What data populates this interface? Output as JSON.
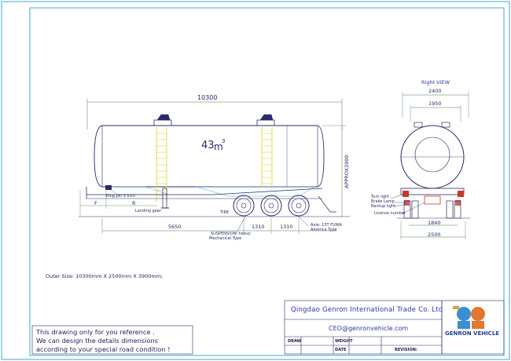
{
  "side_view": {
    "overall_length": "10300",
    "volume_number": "43",
    "volume_unit": "m",
    "volume_exponent": "3",
    "height_label": "APPROX3900",
    "kingpin_label": "King pin 2 inch",
    "dim_f": "F",
    "dim_r": "R",
    "landing_gear_label": "Landing gear",
    "tire_label": "TIRE",
    "dim_5650": "5650",
    "dim_1310_a": "1310",
    "dim_1310_b": "1310",
    "suspension_label_1": "SUSPENSION: heavy",
    "suspension_label_2": "Mechanical Type",
    "axle_label_1": "Axle: 13T FUWA",
    "axle_label_2": "America Type"
  },
  "right_view": {
    "title": "Right   VIEW",
    "dim_2400": "2400",
    "dim_1950": "1950",
    "turn_light": "Turn light",
    "brake_lamp": "Brake Lamp",
    "backup_light": "Backup light",
    "license_number": "License number",
    "dim_1840": "1840",
    "dim_2500": "2500"
  },
  "outer_size": "Outer Size: 10300mm X 2500mm X 3900mm;",
  "note": {
    "line1": "This drawing only for you reference .",
    "line2": "We can design the details dimensions",
    "line3": "according to your special road condition !"
  },
  "title_block": {
    "company": "Qingdao Genron International Trade Co. Ltd",
    "email": "CEO@genronvehicle.com",
    "draw_label": "DRAW",
    "weight_label": "WEIGHT",
    "date_label": "DATE",
    "revision_label": "REVISION:",
    "logo_text": "GENRON VEHICLE"
  },
  "colors": {
    "border": "#3fa9c9",
    "line": "#2a2a6a",
    "ladder": "#e8e06a",
    "dim": "#4a7a4a",
    "light_red": "#c8382a",
    "accent": "#2d36a8"
  }
}
